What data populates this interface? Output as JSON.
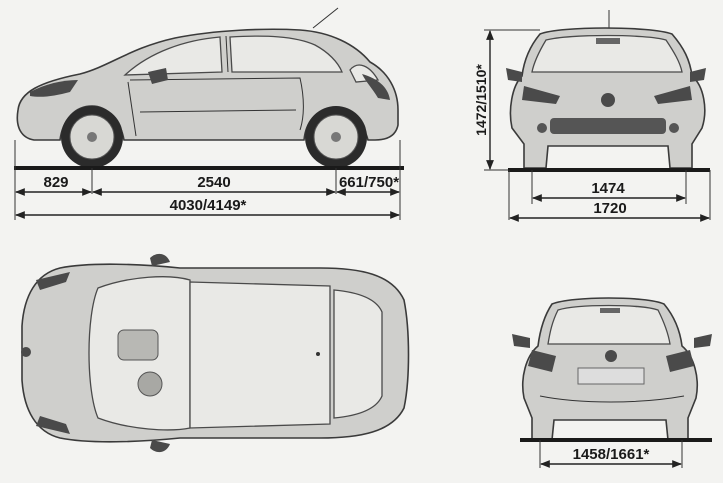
{
  "side_view": {
    "front_overhang": "829",
    "wheelbase": "2540",
    "rear_overhang": "661/750*",
    "overall_length": "4030/4149*"
  },
  "front_view": {
    "height": "1472/1510*",
    "front_track": "1474",
    "overall_width": "1720"
  },
  "rear_view": {
    "rear_track": "1458/1661*"
  }
}
